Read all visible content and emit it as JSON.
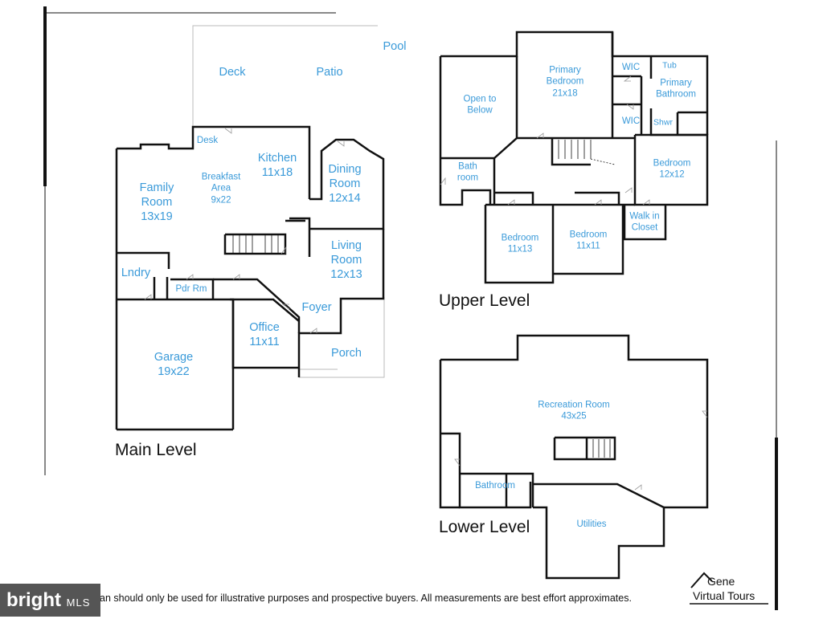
{
  "main_level": {
    "label": "Main Level",
    "rooms": [
      {
        "name": "Deck",
        "size": ""
      },
      {
        "name": "Patio",
        "size": ""
      },
      {
        "name": "Pool",
        "size": ""
      },
      {
        "name": "Desk",
        "size": ""
      },
      {
        "name": "Kitchen",
        "size": "11x18"
      },
      {
        "name": "Breakfast Area",
        "size": "9x22"
      },
      {
        "name": "Family Room",
        "size": "13x19"
      },
      {
        "name": "Dining Room",
        "size": "12x14"
      },
      {
        "name": "Living Room",
        "size": "12x13"
      },
      {
        "name": "Lndry",
        "size": ""
      },
      {
        "name": "Pdr Rm",
        "size": ""
      },
      {
        "name": "Foyer",
        "size": ""
      },
      {
        "name": "Office",
        "size": "11x11"
      },
      {
        "name": "Porch",
        "size": ""
      },
      {
        "name": "Garage",
        "size": "19x22"
      }
    ]
  },
  "upper_level": {
    "label": "Upper Level",
    "rooms": [
      {
        "name": "Open to Below",
        "size": ""
      },
      {
        "name": "Primary Bedroom",
        "size": "21x18"
      },
      {
        "name": "WIC",
        "size": ""
      },
      {
        "name": "Tub",
        "size": ""
      },
      {
        "name": "Primary Bathroom",
        "size": ""
      },
      {
        "name": "WIC",
        "size": ""
      },
      {
        "name": "Shwr",
        "size": ""
      },
      {
        "name": "Bedroom",
        "size": "12x12"
      },
      {
        "name": "Bath room",
        "size": ""
      },
      {
        "name": "Bedroom",
        "size": "11x13"
      },
      {
        "name": "Bedroom",
        "size": "11x11"
      },
      {
        "name": "Walk in Closet",
        "size": ""
      }
    ]
  },
  "lower_level": {
    "label": "Lower Level",
    "rooms": [
      {
        "name": "Recreation Room",
        "size": "43x25"
      },
      {
        "name": "Bathroom",
        "size": ""
      },
      {
        "name": "Utilities",
        "size": ""
      }
    ]
  },
  "footer": {
    "disclaimer": "an should only be used for illustrative purposes and prospective buyers. All measurements are best effort approximates.",
    "watermark": "bright",
    "watermark_suffix": "MLS",
    "brand_line1": "Gene",
    "brand_line2": "Virtual Tours"
  },
  "colors": {
    "room_label": "#3a9ad9",
    "wall": "#111111",
    "outline": "#bbbbbb"
  }
}
